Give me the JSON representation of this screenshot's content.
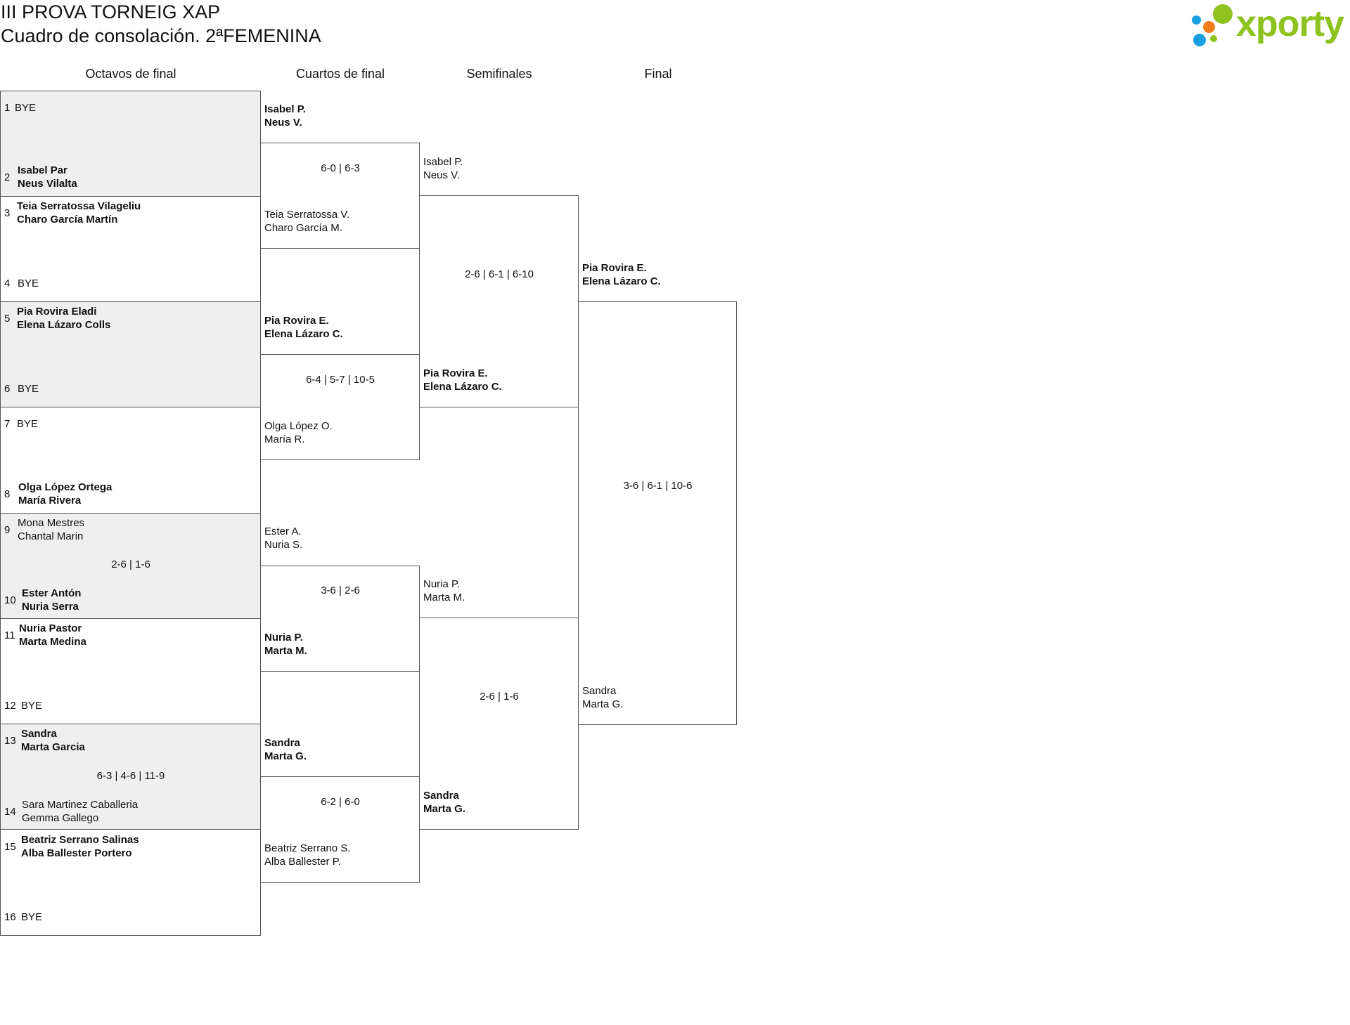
{
  "header": {
    "title": "III PROVA TORNEIG XAP",
    "subtitle": "Cuadro de consolación. 2ªFEMENINA",
    "logo_text": "xporty"
  },
  "rounds": [
    "Octavos de final",
    "Cuartos de final",
    "Semifinales",
    "Final"
  ],
  "r16": {
    "s1": {
      "seed": "1",
      "n1": "BYE",
      "n2": ""
    },
    "s2": {
      "seed": "2",
      "n1": "Isabel Par",
      "n2": "Neus Vilalta"
    },
    "s3": {
      "seed": "3",
      "n1": "Teia Serratossa Vilageliu",
      "n2": "Charo García Martín"
    },
    "s4": {
      "seed": "4",
      "n1": "BYE",
      "n2": ""
    },
    "s5": {
      "seed": "5",
      "n1": "Pia Rovira Eladi",
      "n2": "Elena Lázaro Colls"
    },
    "s6": {
      "seed": "6",
      "n1": "BYE",
      "n2": ""
    },
    "s7": {
      "seed": "7",
      "n1": "BYE",
      "n2": ""
    },
    "s8": {
      "seed": "8",
      "n1": "Olga López Ortega",
      "n2": "María Rivera"
    },
    "s9": {
      "seed": "9",
      "n1": "Mona Mestres",
      "n2": "Chantal Marin"
    },
    "s10": {
      "seed": "10",
      "n1": "Ester Antón",
      "n2": "Nuria Serra"
    },
    "s11": {
      "seed": "11",
      "n1": "Nuria Pastor",
      "n2": "Marta Medina"
    },
    "s12": {
      "seed": "12",
      "n1": "BYE",
      "n2": ""
    },
    "s13": {
      "seed": "13",
      "n1": "Sandra",
      "n2": "Marta Garcia"
    },
    "s14": {
      "seed": "14",
      "n1": "Sara Martinez Caballeria",
      "n2": "Gemma Gallego"
    },
    "s15": {
      "seed": "15",
      "n1": "Beatriz Serrano Salinas",
      "n2": "Alba Ballester Portero"
    },
    "s16": {
      "seed": "16",
      "n1": "BYE",
      "n2": ""
    },
    "score_m5": "2-6 | 1-6",
    "score_m7": "6-3 | 4-6 | 11-9"
  },
  "qf": {
    "e1": {
      "n1": "Isabel P.",
      "n2": "Neus V."
    },
    "e2": {
      "n1": "Teia Serratossa V.",
      "n2": "Charo García M."
    },
    "e3": {
      "n1": "Pia Rovira E.",
      "n2": "Elena Lázaro C."
    },
    "e4": {
      "n1": "Olga López O.",
      "n2": "María R."
    },
    "e5": {
      "n1": "Ester A.",
      "n2": "Nuria S."
    },
    "e6": {
      "n1": "Nuria P.",
      "n2": "Marta M."
    },
    "e7": {
      "n1": "Sandra",
      "n2": "Marta G."
    },
    "e8": {
      "n1": "Beatriz Serrano S.",
      "n2": "Alba Ballester P."
    },
    "score1": "6-0 | 6-3",
    "score2": "6-4 | 5-7 | 10-5",
    "score3": "3-6 | 2-6",
    "score4": "6-2 | 6-0"
  },
  "sf": {
    "e1": {
      "n1": "Isabel P.",
      "n2": "Neus V."
    },
    "e2": {
      "n1": "Pia Rovira E.",
      "n2": "Elena Lázaro C."
    },
    "e3": {
      "n1": "Nuria P.",
      "n2": "Marta M."
    },
    "e4": {
      "n1": "Sandra",
      "n2": "Marta G."
    },
    "score1": "2-6 | 6-1 | 6-10",
    "score2": "2-6 | 1-6"
  },
  "final": {
    "e1": {
      "n1": "Pia Rovira E.",
      "n2": "Elena Lázaro C."
    },
    "e2": {
      "n1": "Sandra",
      "n2": "Marta G."
    },
    "score": "3-6 | 6-1 | 10-6"
  }
}
